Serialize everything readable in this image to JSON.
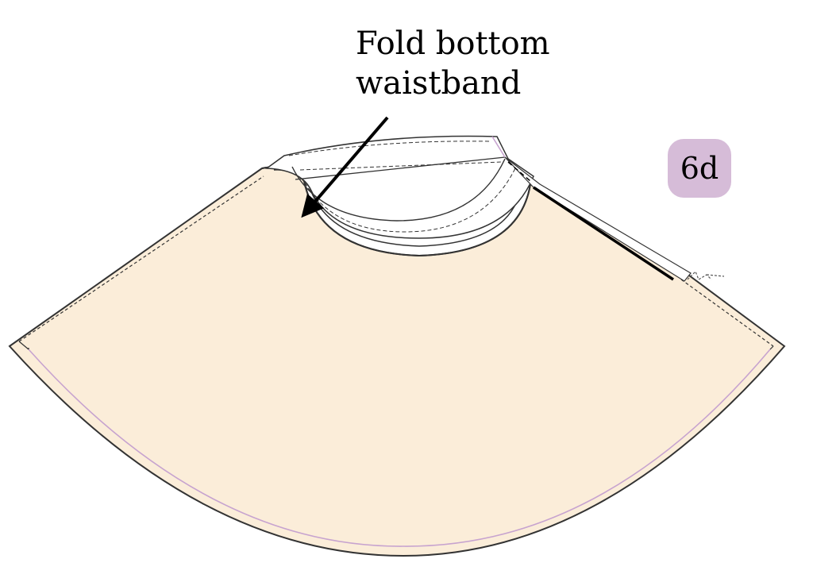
{
  "callout": {
    "line1": "Fold bottom",
    "line2": "waistband"
  },
  "step": {
    "label": "6d"
  },
  "colors": {
    "fabric": "#fbedd9",
    "outline": "#333333",
    "stitch_line": "#c7a3cf",
    "badge": "#d6bcd8",
    "waistband": "#ffffff"
  }
}
